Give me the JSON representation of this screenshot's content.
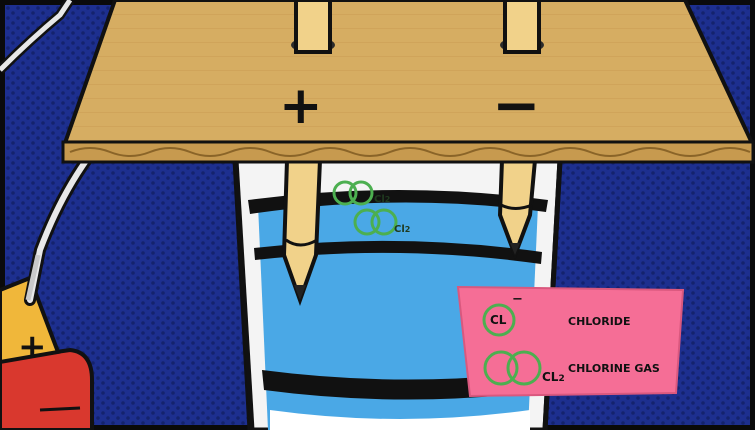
{
  "board": {
    "positive_sign": "+",
    "negative_sign": "−"
  },
  "battery": {
    "sign": "+"
  },
  "beaker": {
    "molecule_label": "Cl",
    "molecule_subscript": "2"
  },
  "legend_card": {
    "chloride_symbol": "CL",
    "chloride_charge": "−",
    "chloride_label": "CHLORIDE",
    "chlorine_symbol": "CL",
    "chlorine_subscript": "2",
    "chlorine_label": "CHLORINE GAS"
  },
  "colors": {
    "background": "#1d2f8f",
    "water": "#4aa8e6",
    "cardboard": "#d6ad62",
    "legend_card": "#f56e96",
    "molecule_green": "#4caf50",
    "battery_red": "#d9382e",
    "battery_yellow": "#f0b73a"
  },
  "icons": {
    "positive": "plus-icon",
    "negative": "minus-icon"
  }
}
